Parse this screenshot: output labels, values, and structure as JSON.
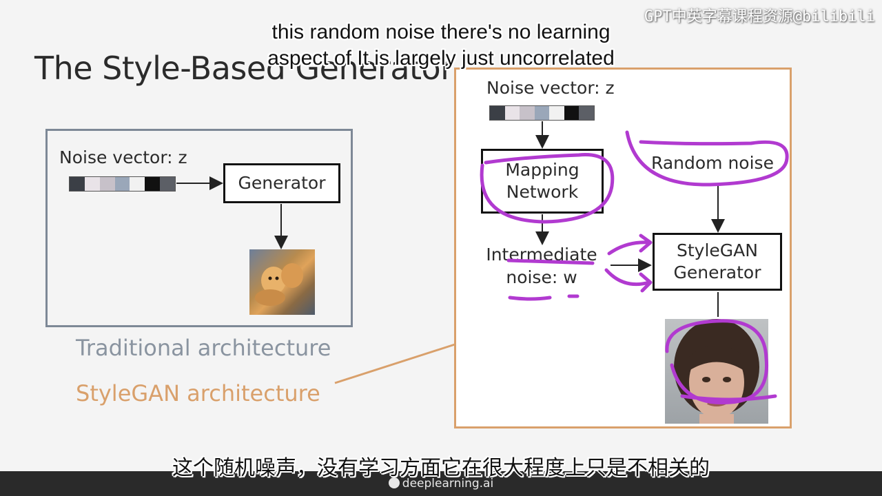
{
  "slide": {
    "title": "The Style-Based Generator"
  },
  "traditional": {
    "noise_label": "Noise vector: z",
    "generator_label": "Generator",
    "caption": "Traditional architecture"
  },
  "stylegan": {
    "noise_label": "Noise vector: z",
    "mapping_label_1": "Mapping",
    "mapping_label_2": "Network",
    "intermediate_label_1": "Intermediate",
    "intermediate_label_2": "noise: w",
    "random_noise_label": "Random noise",
    "generator_label_1": "StyleGAN",
    "generator_label_2": "Generator",
    "caption": "StyleGAN architecture"
  },
  "subtitles": {
    "english_line_1": "this random noise there's no learning",
    "english_line_2": "aspect of It is largely just uncorrelated",
    "chinese": "这个随机噪声，没有学习方面它在很大程度上只是不相关的"
  },
  "watermark": "GPT中英字幕课程资源@bilibili",
  "footer": {
    "brand": "deeplearning.ai"
  },
  "colors": {
    "traditional_accent": "#8a94a0",
    "stylegan_accent": "#d9a06b",
    "annotation_ink": "#b13ad0"
  },
  "icons": {
    "brand_logo": "deeplearning-logo-icon"
  }
}
